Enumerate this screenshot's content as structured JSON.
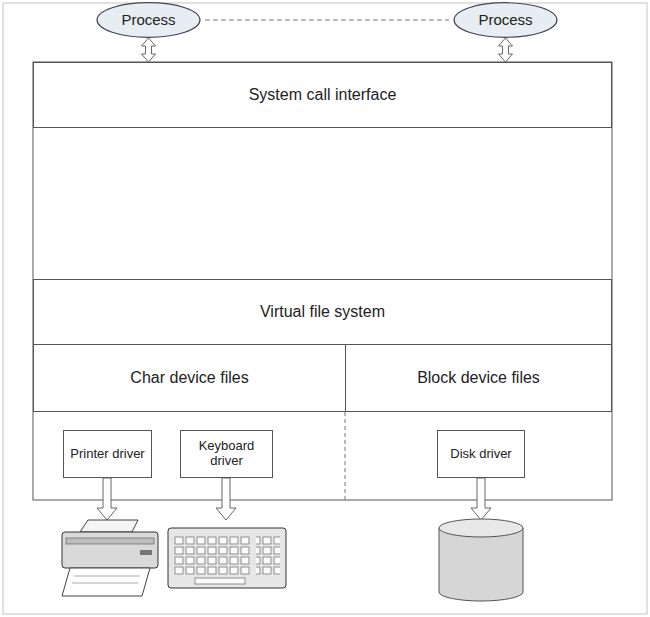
{
  "diagram": {
    "nodes": [
      {
        "text": [
          "Process"
        ]
      },
      {
        "text": [
          "Process"
        ]
      },
      {
        "text": [
          "System call interface"
        ]
      },
      {
        "text": [
          "Virtual file system"
        ]
      },
      {
        "text": [
          "Char device files"
        ]
      },
      {
        "text": [
          "Block device files"
        ]
      },
      {
        "text": [
          "Printer driver"
        ]
      },
      {
        "text": [
          "Keyboard driver"
        ]
      },
      {
        "text": [
          "Disk driver"
        ]
      }
    ],
    "edges": [
      {
        "from": 0,
        "to": 2,
        "arrow": "both"
      },
      {
        "from": 1,
        "to": 2,
        "arrow": "both"
      }
    ]
  }
}
